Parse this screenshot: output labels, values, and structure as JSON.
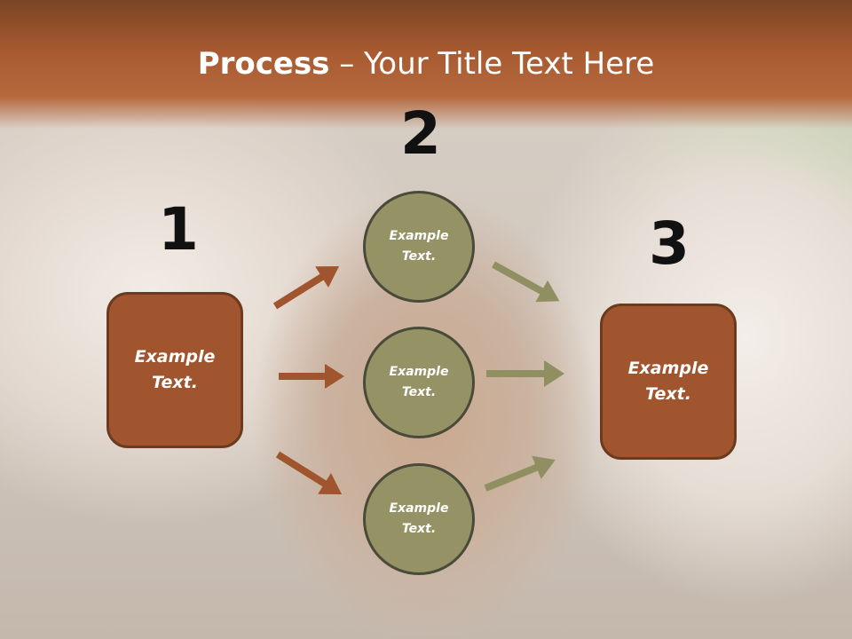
{
  "title": {
    "bold": "Process",
    "rest": " – Your Title Text Here"
  },
  "steps": [
    {
      "number": "1",
      "box": {
        "line1": "Example",
        "line2": "Text."
      }
    },
    {
      "number": "2",
      "circles": [
        {
          "line1": "Example",
          "line2": "Text."
        },
        {
          "line1": "Example",
          "line2": "Text."
        },
        {
          "line1": "Example",
          "line2": "Text."
        }
      ]
    },
    {
      "number": "3",
      "box": {
        "line1": "Example",
        "line2": "Text."
      }
    }
  ],
  "colors": {
    "header": "#a85a30",
    "box": "#a0552f",
    "circle": "#959366",
    "arrow_left": "#a0552f",
    "arrow_right": "#8f8f62"
  }
}
